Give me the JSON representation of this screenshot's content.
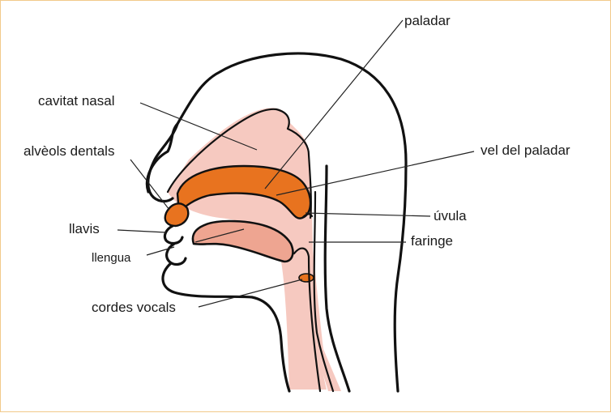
{
  "diagram": {
    "labels": {
      "paladar": "paladar",
      "cavitat_nasal": "cavitat nasal",
      "alveols_dentals": "alvèols dentals",
      "vel_del_paladar": "vel del paladar",
      "uvula": "úvula",
      "llavis": "llavis",
      "faringe": "faringe",
      "llengua": "llengua",
      "cordes_vocals": "cordes vocals"
    },
    "colors": {
      "border": "#f2c98a",
      "soft_tissue": "#f6c9c0",
      "palate_orange": "#e8731f",
      "tongue_fill": "#eea591",
      "outline": "#111111"
    }
  }
}
